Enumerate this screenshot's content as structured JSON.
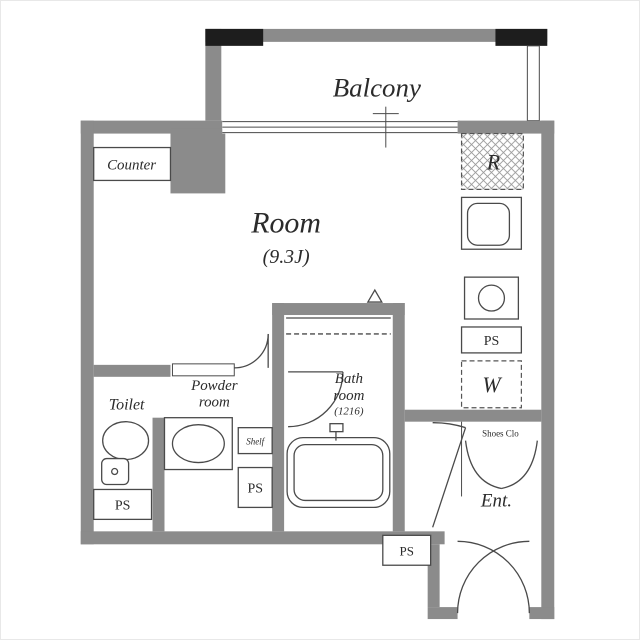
{
  "palette": {
    "wall": "#8b8b8b",
    "wall-dark": "#1d1d1d",
    "line": "#4a4a4a",
    "text": "#2b2b2b",
    "bg": "#ffffff"
  },
  "plan": {
    "balcony": "Balcony",
    "room": "Room",
    "room_size": "(9.3J)",
    "counter": "Counter",
    "fridge": "R",
    "washer": "W",
    "ps": "PS",
    "toilet": "Toilet",
    "powder_line1": "Powder",
    "powder_line2": "room",
    "bath_line1": "Bath",
    "bath_line2": "room",
    "bath_size": "(1216)",
    "shelf": "Shelf",
    "shoes_closet": "Shoes Clo",
    "entrance": "Ent."
  }
}
